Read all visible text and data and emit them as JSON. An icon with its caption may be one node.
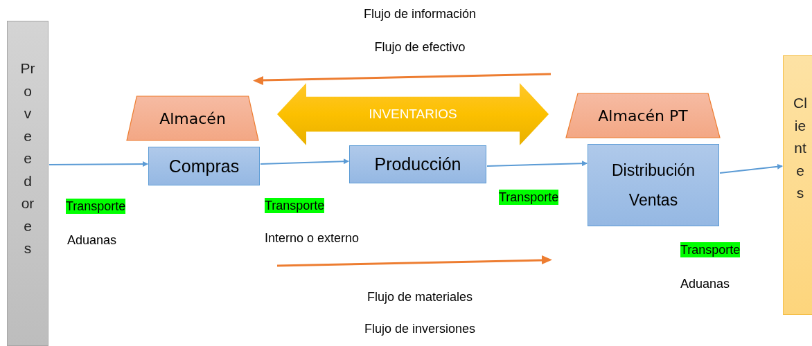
{
  "diagram": {
    "nodes": [
      {
        "text": [
          "Proveedores"
        ]
      },
      {
        "text": [
          "Almacén"
        ]
      },
      {
        "text": [
          "INVENTARIOS"
        ]
      },
      {
        "text": [
          "Almacén PT"
        ]
      },
      {
        "text": [
          "Compras"
        ]
      },
      {
        "text": [
          "Producción"
        ]
      },
      {
        "text": [
          "Distribución",
          "Ventas"
        ]
      },
      {
        "text": [
          "Clientes"
        ]
      }
    ],
    "edges": [
      {
        "from": 0,
        "to": 4,
        "arrow": "to"
      },
      {
        "from": 4,
        "to": 5,
        "arrow": "to"
      },
      {
        "from": 5,
        "to": 6,
        "arrow": "to"
      },
      {
        "from": 6,
        "to": 7,
        "arrow": "to"
      }
    ],
    "labels": [
      "Flujo de información",
      "Flujo de efectivo",
      "Transporte",
      "Aduanas",
      "Transporte",
      "Interno o externo",
      "Transporte",
      "Transporte",
      "Aduanas",
      "Flujo de materiales",
      "Flujo de inversiones"
    ]
  }
}
